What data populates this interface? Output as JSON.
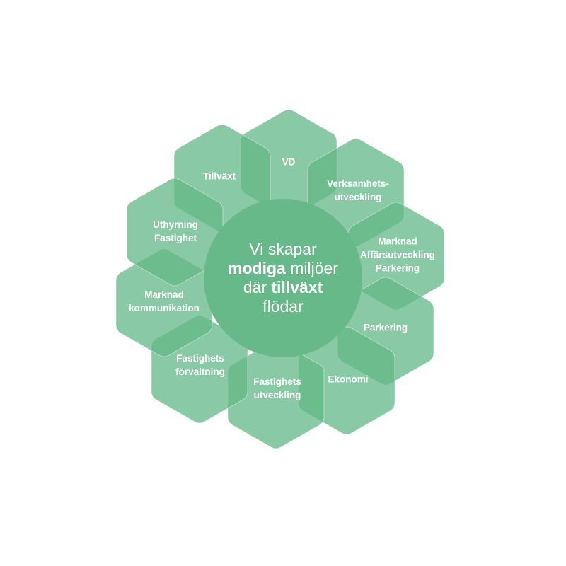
{
  "colors": {
    "hex_fill": "#63b787",
    "circle_fill": "#68b98a",
    "text": "#ffffff"
  },
  "center": {
    "line1": "Vi skapar",
    "line2_bold": "modiga",
    "line2_rest": " miljöer",
    "line3_start": "där ",
    "line3_bold": "tillväxt",
    "line4": "flödar"
  },
  "hexagons": [
    {
      "id": "vd",
      "lines": [
        "VD"
      ]
    },
    {
      "id": "tillvaxt",
      "lines": [
        "Tillväxt"
      ]
    },
    {
      "id": "verksamhetsutveckling",
      "lines": [
        "Verksamhets-",
        "utveckling"
      ]
    },
    {
      "id": "marknad-affarsutveckling-parkering",
      "lines": [
        "Marknad",
        "Affärsutveckling",
        "Parkering"
      ]
    },
    {
      "id": "parkering",
      "lines": [
        "Parkering"
      ]
    },
    {
      "id": "ekonomi",
      "lines": [
        "Ekonomi"
      ]
    },
    {
      "id": "fastighetsutveckling",
      "lines": [
        "Fastighets",
        "utveckling"
      ]
    },
    {
      "id": "fastighetsforvaltning",
      "lines": [
        "Fastighets",
        "förvaltning"
      ]
    },
    {
      "id": "marknadskommunikation",
      "lines": [
        "Marknad",
        "kommunikation"
      ]
    },
    {
      "id": "uthyrning-fastighet",
      "lines": [
        "Uthyrning",
        "Fastighet"
      ]
    }
  ]
}
